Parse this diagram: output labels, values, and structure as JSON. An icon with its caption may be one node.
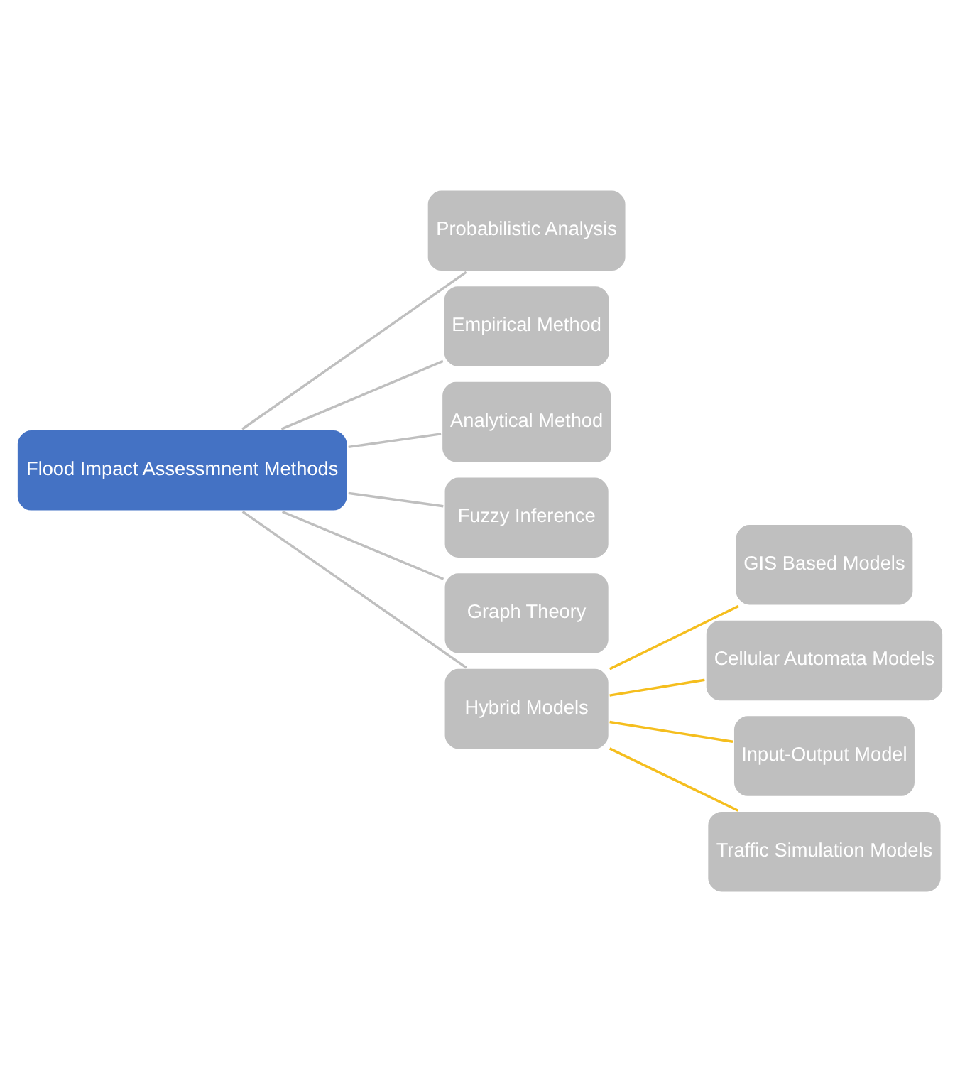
{
  "diagram": {
    "nodes": [
      {
        "text": [
          "Flood Impact Assessmnent Methods"
        ]
      },
      {
        "text": [
          "Probabilistic Analysis"
        ]
      },
      {
        "text": [
          "Empirical Method"
        ]
      },
      {
        "text": [
          "Analytical Method"
        ]
      },
      {
        "text": [
          "Fuzzy Inference"
        ]
      },
      {
        "text": [
          "Graph Theory"
        ]
      },
      {
        "text": [
          "Hybrid Models"
        ]
      },
      {
        "text": [
          "GIS Based Models"
        ]
      },
      {
        "text": [
          "Cellular Automata Models"
        ]
      },
      {
        "text": [
          "Input-Output Model"
        ]
      },
      {
        "text": [
          "Traffic Simulation Models"
        ]
      }
    ],
    "edges": [
      {
        "from": 0,
        "to": 1,
        "arrow": "none"
      },
      {
        "from": 0,
        "to": 2,
        "arrow": "none"
      },
      {
        "from": 0,
        "to": 3,
        "arrow": "none"
      },
      {
        "from": 0,
        "to": 4,
        "arrow": "none"
      },
      {
        "from": 0,
        "to": 5,
        "arrow": "none"
      },
      {
        "from": 0,
        "to": 6,
        "arrow": "none"
      },
      {
        "from": 6,
        "to": 7,
        "arrow": "none",
        "color": "#f5be1e"
      },
      {
        "from": 6,
        "to": 8,
        "arrow": "none",
        "color": "#f5be1e"
      },
      {
        "from": 6,
        "to": 9,
        "arrow": "none",
        "color": "#f5be1e"
      },
      {
        "from": 6,
        "to": 10,
        "arrow": "none",
        "color": "#f5be1e"
      }
    ]
  }
}
